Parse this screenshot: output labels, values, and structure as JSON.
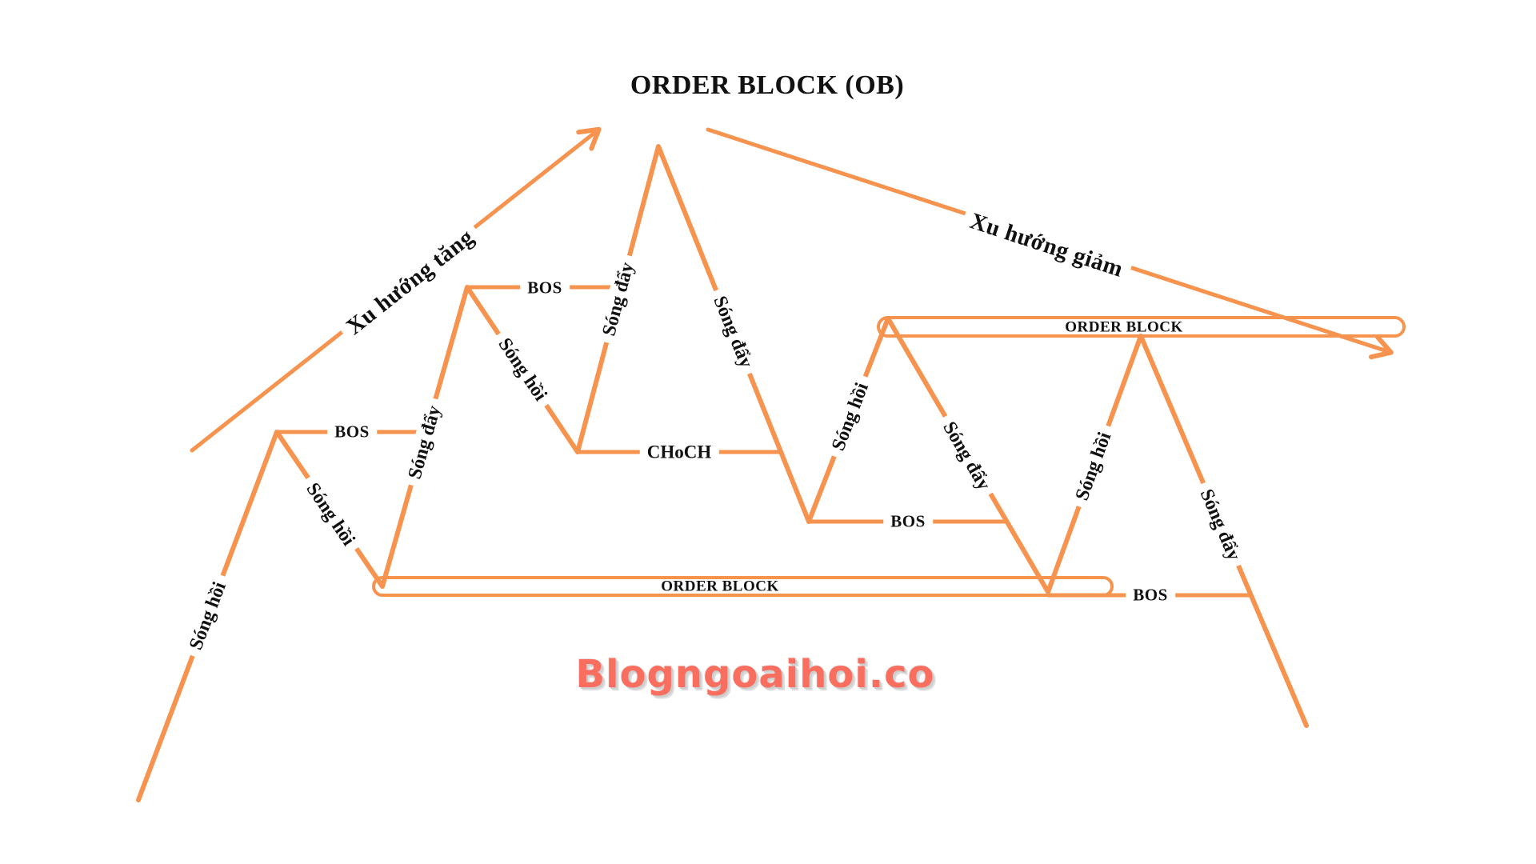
{
  "title": "ORDER BLOCK (OB)",
  "watermark": "Blogngoaihoi.co",
  "colors": {
    "accent_orange": "#F6934F",
    "label_text": "#111111",
    "watermark_coral": "#FA6E5F",
    "background": "#FFFFFF"
  },
  "trend_labels": {
    "up": "Xu hướng tăng",
    "down": "Xu hướng giảm"
  },
  "structure": {
    "bos1": "BOS",
    "bos2": "BOS",
    "bos3": "BOS",
    "bos4": "BOS",
    "choch": "CHoCH",
    "order_block_top": "ORDER BLOCK",
    "order_block_bottom": "ORDER BLOCK"
  },
  "waves": [
    {
      "id": "song-hoi-1",
      "text": "Sóng hồi"
    },
    {
      "id": "song-hoi-2",
      "text": "Sóng hồi"
    },
    {
      "id": "song-day-1",
      "text": "Sóng đẩy"
    },
    {
      "id": "song-hoi-3",
      "text": "Sóng hồi"
    },
    {
      "id": "song-day-2",
      "text": "Sóng đẩy"
    },
    {
      "id": "song-day-3",
      "text": "Sóng đẩy"
    },
    {
      "id": "song-hoi-4",
      "text": "Sóng hồi"
    },
    {
      "id": "song-day-4",
      "text": "Sóng đẩy"
    },
    {
      "id": "song-hoi-5",
      "text": "Sóng hồi"
    },
    {
      "id": "song-day-5",
      "text": "Sóng đẩy"
    }
  ]
}
